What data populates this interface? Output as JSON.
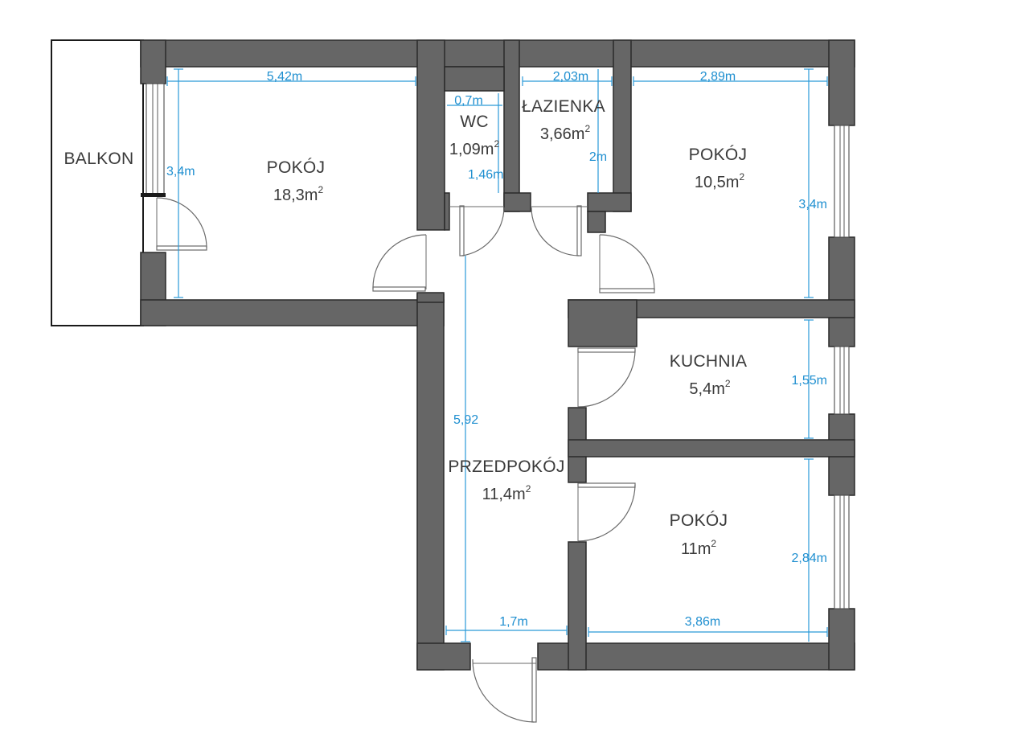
{
  "rooms": {
    "balcony": {
      "name": "BALKON"
    },
    "living_room": {
      "name": "POKÓJ",
      "area": "18,3m",
      "area_sup": "2"
    },
    "wc": {
      "name": "WC",
      "area": "1,09m",
      "area_sup": "2"
    },
    "bathroom": {
      "name": "ŁAZIENKA",
      "area": "3,66m",
      "area_sup": "2"
    },
    "room_ne": {
      "name": "POKÓJ",
      "area": "10,5m",
      "area_sup": "2"
    },
    "kitchen": {
      "name": "KUCHNIA",
      "area": "5,4m",
      "area_sup": "2"
    },
    "hallway": {
      "name": "PRZEDPOKÓJ",
      "area": "11,4m",
      "area_sup": "2"
    },
    "room_se": {
      "name": "POKÓJ",
      "area": "11m",
      "area_sup": "2"
    }
  },
  "dimensions": {
    "living_width": "5,42m",
    "living_height": "3,4m",
    "wc_width": "0,7m",
    "wc_height": "1,46m",
    "bath_width": "2,03m",
    "bath_height": "2m",
    "room_ne_width": "2,89m",
    "room_ne_height": "3,4m",
    "kitchen_height": "1,55m",
    "hall_height": "5,92",
    "hall_width": "1,7m",
    "room_se_width": "3,86m",
    "room_se_height": "2,84m"
  }
}
